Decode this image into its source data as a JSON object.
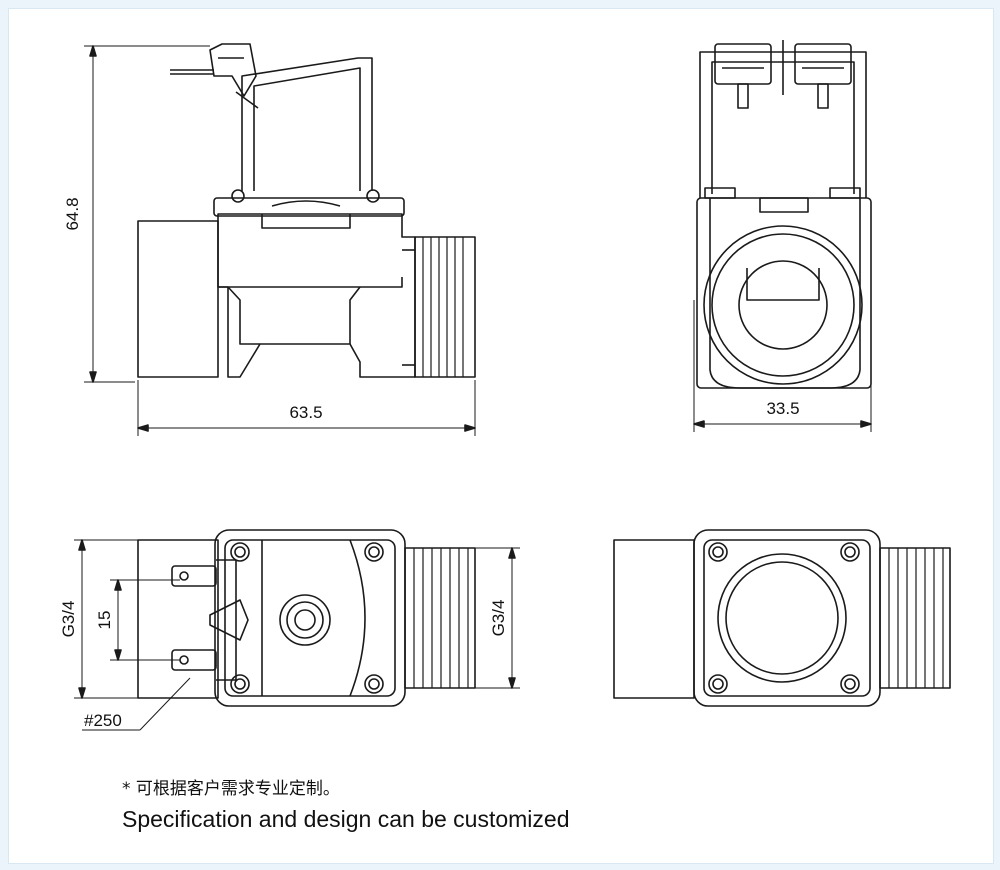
{
  "dimensions": {
    "height": "64.8",
    "length": "63.5",
    "width": "33.5",
    "thread_left": "G3/4",
    "thread_right": "G3/4",
    "terminal_pitch": "15",
    "terminal_type": "#250"
  },
  "notes": {
    "chinese": "* 可根据客户需求专业定制。",
    "english": "Specification and design can be customized"
  },
  "colors": {
    "line": "#1a1a1a",
    "background": "#ffffff",
    "border": "#eaf4fa"
  }
}
